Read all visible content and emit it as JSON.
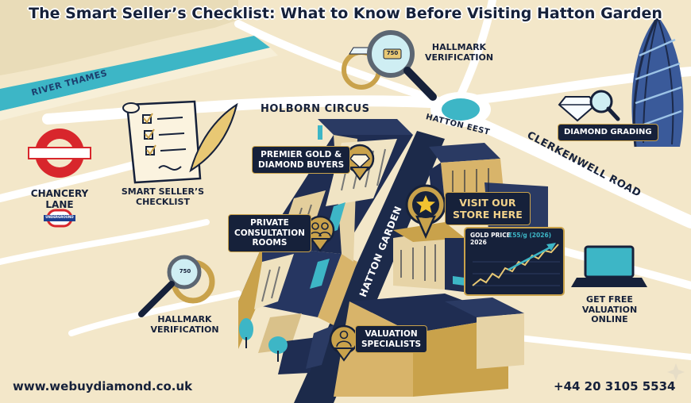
{
  "title": "The Smart Seller’s Checklist: What to Know Before Visiting Hatton Garden",
  "places": {
    "river": "RIVER THAMES",
    "holborn": "HOLBORN CIRCUS",
    "hatton_east": "HATTON EEST",
    "clerkenwell": "CLERKENWELL ROAD",
    "hatton_garden": "HATTON GARDEN",
    "chancery_line1": "CHANCERY",
    "chancery_line2": "LANE",
    "underground_badge": "UNDERGROUND"
  },
  "callouts": {
    "hallmark_top_line1": "HALLMARK",
    "hallmark_top_line2": "VERIFICATION",
    "hallmark_ring_stamp": "750",
    "diamond_grading": "DIAMOND GRADING",
    "checklist_line1": "SMART SELLER’S",
    "checklist_line2": "CHECKLIST",
    "premier_line1": "PREMIER GOLD &",
    "premier_line2": "DIAMOND BUYERS",
    "private_line1": "PRIVATE",
    "private_line2": "CONSULTATION",
    "private_line3": "ROOMS",
    "visit_line1": "VISIT OUR",
    "visit_line2": "STORE HERE",
    "hallmark_left_line1": "HALLMARK",
    "hallmark_left_line2": "VERIFICATION",
    "hallmark_left_stamp": "750",
    "valuation_line1": "VALUATION",
    "valuation_line2": "SPECIALISTS",
    "free_line1": "GET FREE",
    "free_line2": "VALUATION",
    "free_line3": "ONLINE"
  },
  "gold_chart": {
    "label_line1": "GOLD PRICE",
    "label_line2": "2026",
    "price": "£55/g (2026)"
  },
  "footer": {
    "website": "www.webuydiamond.co.uk",
    "phone": "+44 20 3105 5534"
  },
  "colors": {
    "background": "#f3e7c9",
    "navy": "#16213a",
    "gold": "#c9a24b",
    "river": "#3db6c6",
    "road": "#ffffff",
    "underground_red": "#d8262c"
  },
  "icons": [
    "magnifier-ring-icon",
    "diamond-magnifier-icon",
    "checklist-quill-icon",
    "underground-roundel-icon",
    "diamond-icon",
    "consultation-icon",
    "star-pin-icon",
    "ring-magnifier-icon",
    "specialist-icon",
    "laptop-icon",
    "gherkin-tower-icon",
    "sparkle-icon"
  ]
}
